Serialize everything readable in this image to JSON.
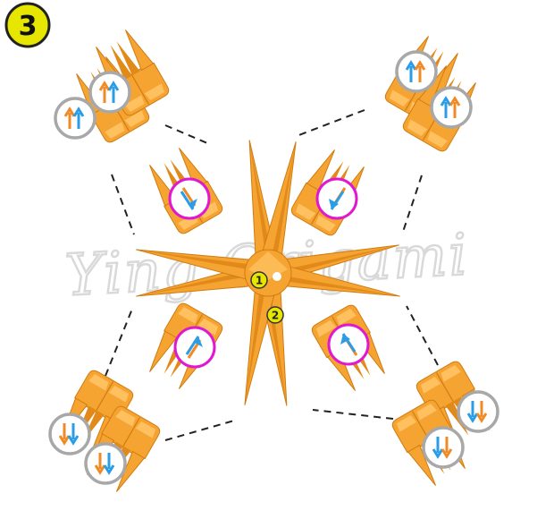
{
  "step": {
    "number": "3"
  },
  "watermark": {
    "text": "Ying Origami"
  },
  "markers": {
    "first": "1",
    "second": "2"
  },
  "colors": {
    "paper": "#f6a431",
    "paper_dark": "#e18a1a",
    "paper_light": "#ffc060",
    "step_badge": "#e6e600",
    "insert_ring": "#e018d0",
    "pair_ring": "#a8a8a8",
    "arrow_blue": "#2a9de6",
    "arrow_orange": "#f08a24",
    "connector": "#222222"
  },
  "icons": {
    "insert": "insert-arrow-icon",
    "pair": "double-arrow-icon"
  }
}
